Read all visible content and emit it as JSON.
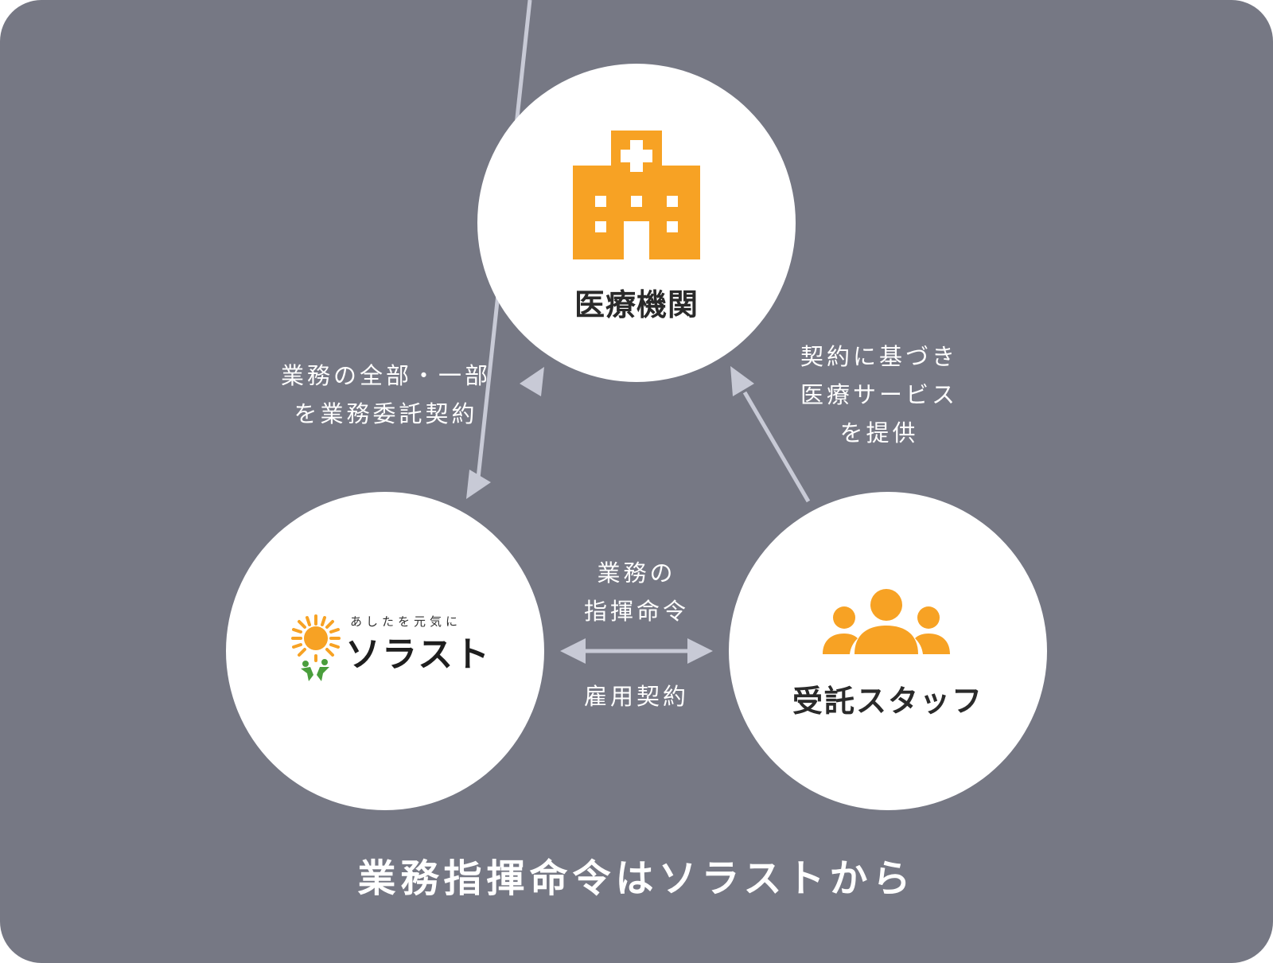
{
  "nodes": {
    "hospital": {
      "label": "医療機関",
      "icon": "hospital-building-icon"
    },
    "solast": {
      "logo_tagline": "あしたを元気に",
      "logo_wordmark": "ソラスト",
      "icon": "sun-logo-icon"
    },
    "staff": {
      "label": "受託スタッフ",
      "icon": "people-group-icon"
    }
  },
  "relations": {
    "outsourcing": {
      "lines": [
        "業務の全部・一部",
        "を業務委託契約"
      ]
    },
    "service": {
      "lines": [
        "契約に基づき",
        "医療サービス",
        "を提供"
      ]
    },
    "command": {
      "lines": [
        "業務の",
        "指揮命令"
      ]
    },
    "employment": {
      "lines": [
        "雇用契約"
      ]
    }
  },
  "footer": {
    "text": "業務指揮命令はソラストから"
  },
  "colors": {
    "panel": "#767884",
    "node": "#ffffff",
    "accent": "#f7a224",
    "arrow": "#c8cad6",
    "logo_green": "#4a9e3c"
  }
}
